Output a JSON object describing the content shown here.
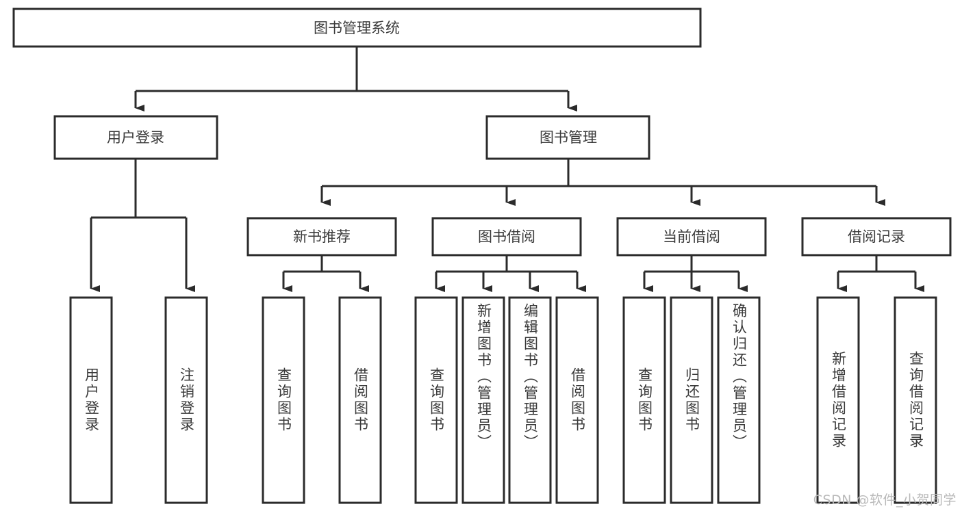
{
  "diagram": {
    "type": "tree-hierarchy",
    "title": "图书管理系统",
    "root": {
      "label": "图书管理系统",
      "children": [
        {
          "label": "用户登录",
          "children": [
            {
              "label": "用户登录"
            },
            {
              "label": "注销登录"
            }
          ]
        },
        {
          "label": "图书管理",
          "children": [
            {
              "label": "新书推荐",
              "children": [
                {
                  "label": "查询图书"
                },
                {
                  "label": "借阅图书"
                }
              ]
            },
            {
              "label": "图书借阅",
              "children": [
                {
                  "label": "查询图书"
                },
                {
                  "label": "新增图书（管理员）"
                },
                {
                  "label": "编辑图书（管理员）"
                },
                {
                  "label": "借阅图书"
                }
              ]
            },
            {
              "label": "当前借阅",
              "children": [
                {
                  "label": "查询图书"
                },
                {
                  "label": "归还图书"
                },
                {
                  "label": "确认归还（管理员）"
                }
              ]
            },
            {
              "label": "借阅记录",
              "children": [
                {
                  "label": "新增借阅记录"
                },
                {
                  "label": "查询借阅记录"
                }
              ]
            }
          ]
        }
      ]
    },
    "nodes": {
      "root_title": "图书管理系统",
      "l2_user_login": "用户登录",
      "l2_book_mgmt": "图书管理",
      "l3_new_book_rec": "新书推荐",
      "l3_book_borrow": "图书借阅",
      "l3_current_borrow": "当前借阅",
      "l3_borrow_record": "借阅记录",
      "leaf_user_login": "用户登录",
      "leaf_logout": "注销登录",
      "leaf_rec_query": "查询图书",
      "leaf_rec_borrow": "借阅图书",
      "leaf_borrow_query": "查询图书",
      "leaf_borrow_add": "新增图书（管理员）",
      "leaf_borrow_edit": "编辑图书（管理员）",
      "leaf_borrow_borrow": "借阅图书",
      "leaf_cur_query": "查询图书",
      "leaf_cur_return": "归还图书",
      "leaf_cur_confirm": "确认归还（管理员）",
      "leaf_rec_add": "新增借阅记录",
      "leaf_rec_query2": "查询借阅记录"
    },
    "colors": {
      "stroke": "#2b2b2b",
      "box_fill": "#ffffff",
      "text": "#3a3a3a",
      "background": "#ffffff",
      "watermark": "#b9b9b9"
    }
  },
  "watermark": {
    "text": "CSDN @软件_小贺同学"
  }
}
